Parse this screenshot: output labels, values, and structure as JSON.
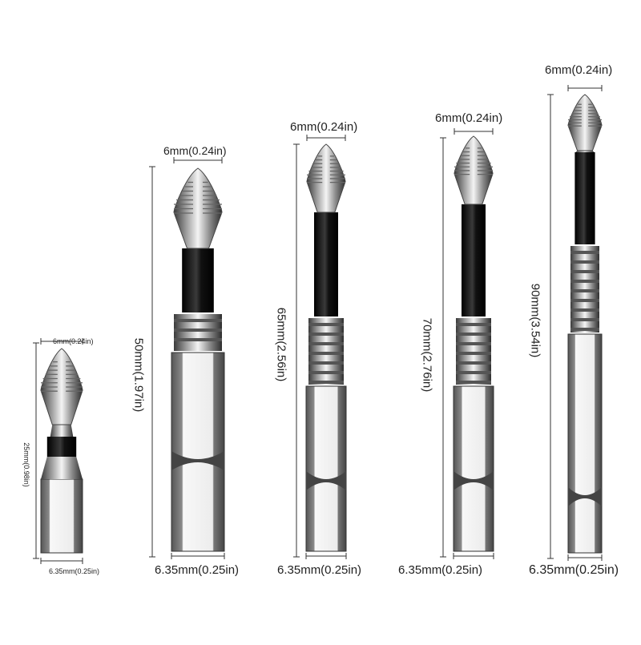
{
  "bits": [
    {
      "tip_width": "6mm(0.24in)",
      "length": "25mm(0.98in)",
      "shank_width": "6.35mm(0.25in)"
    },
    {
      "tip_width": "6mm(0.24in)",
      "length": "50mm(1.97in)",
      "shank_width": "6.35mm(0.25in)"
    },
    {
      "tip_width": "6mm(0.24in)",
      "length": "65mm(2.56in)",
      "shank_width": "6.35mm(0.25in)"
    },
    {
      "tip_width": "6mm(0.24in)",
      "length": "70mm(2.76in)",
      "shank_width": "6.35mm(0.25in)"
    },
    {
      "tip_width": "6mm(0.24in)",
      "length": "90mm(3.54in)",
      "shank_width": "6.35mm(0.25in)"
    }
  ]
}
